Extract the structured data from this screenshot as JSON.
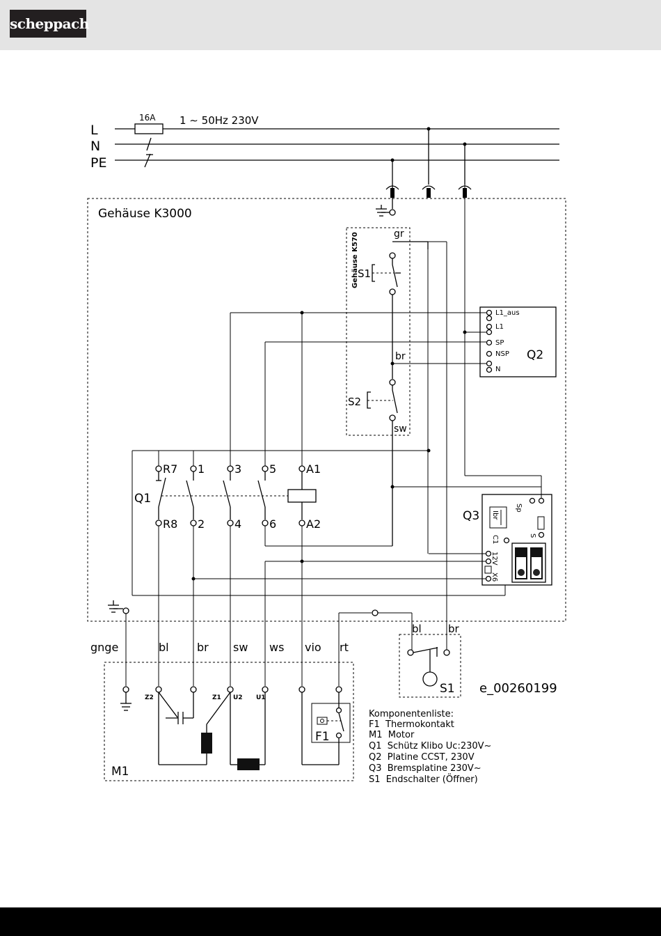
{
  "header": {
    "brand": "scheppach"
  },
  "supply": {
    "L": "L",
    "N": "N",
    "PE": "PE",
    "fuse": "16A",
    "spec": "1 ∼ 50Hz 230V"
  },
  "housing": {
    "title": "Gehäuse K3000"
  },
  "panel": {
    "title": "Gehäuse K570",
    "gr": "gr",
    "br": "br",
    "sw": "sw",
    "s1": "S1",
    "s2": "S2"
  },
  "q2": {
    "name": "Q2",
    "terminals": [
      "L1_aus",
      "L1",
      "SP",
      "NSP",
      "N"
    ]
  },
  "q1": {
    "name": "Q1",
    "top": [
      "R7",
      "1",
      "3",
      "5",
      "A1"
    ],
    "bottom": [
      "R8",
      "2",
      "4",
      "6",
      "A2"
    ]
  },
  "q3": {
    "name": "Q3",
    "sp": "Sp",
    "ibr": "Ibr",
    "c1": "C1",
    "v12": "12V",
    "x6": "X6",
    "s5": "S"
  },
  "wires": {
    "labels": [
      "gnge",
      "bl",
      "br",
      "sw",
      "ws",
      "vio",
      "rt"
    ]
  },
  "motor": {
    "name": "M1",
    "terminals": [
      "Z2",
      "Z1",
      "U2",
      "U1"
    ],
    "f1": "F1"
  },
  "limit_switch": {
    "name": "S1",
    "bl": "bl",
    "br": "br"
  },
  "drawing_id": "e_00260199",
  "components": {
    "heading": "Komponentenliste:",
    "items": [
      "F1  Thermokontakt",
      "M1  Motor",
      "Q1  Schütz Klibo Uc:230V~",
      "Q2  Platine CCST, 230V",
      "Q3  Bremsplatine 230V~",
      "S1  Endschalter (Öffner)"
    ]
  }
}
